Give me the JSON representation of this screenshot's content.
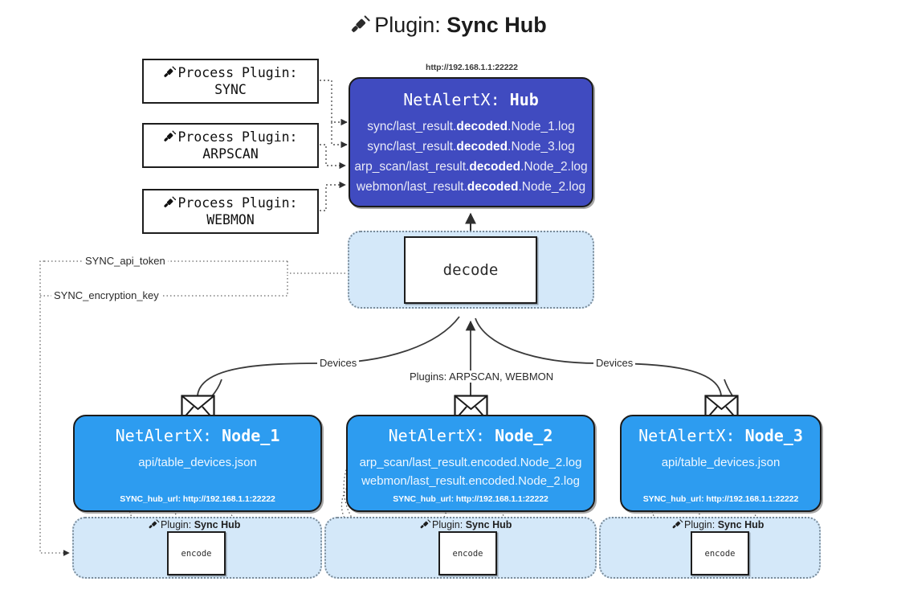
{
  "page": {
    "title_lead": "Plugin:",
    "title_strong": "Sync Hub",
    "title_icon": "plug-icon",
    "bg_color": "#ffffff"
  },
  "colors": {
    "hub_fill": "#404bc0",
    "node_fill": "#2d9cf0",
    "panel_fill": "#d4e8f9",
    "panel_border": "#7a8b99",
    "box_border": "#1d1d1d",
    "edge_stroke": "#3a3a3a"
  },
  "process_plugins": [
    {
      "line1": "Process Plugin:",
      "line2": "SYNC",
      "icon": "plug-icon"
    },
    {
      "line1": "Process Plugin:",
      "line2": "ARPSCAN",
      "icon": "plug-icon"
    },
    {
      "line1": "Process Plugin:",
      "line2": "WEBMON",
      "icon": "plug-icon"
    }
  ],
  "hub": {
    "url": "http://192.168.1.1:22222",
    "title_prefix": "NetAlertX:",
    "title_name": "Hub",
    "logs": [
      {
        "pre": "sync/last_result.",
        "mid": "decoded",
        "post": ".Node_1.log"
      },
      {
        "pre": "sync/last_result.",
        "mid": "decoded",
        "post": ".Node_3.log"
      },
      {
        "pre": "arp_scan/last_result.",
        "mid": "decoded",
        "post": ".Node_2.log"
      },
      {
        "pre": "webmon/last_result.",
        "mid": "decoded",
        "post": ".Node_2.log"
      }
    ]
  },
  "decode": {
    "label": "decode"
  },
  "secrets": [
    {
      "label": "SYNC_api_token"
    },
    {
      "label": "SYNC_encryption_key"
    }
  ],
  "edge_labels": {
    "devices_left": "Devices",
    "devices_right": "Devices",
    "plugins_center": "Plugins: ARPSCAN, WEBMON"
  },
  "nodes": [
    {
      "title_prefix": "NetAlertX:",
      "title_name": "Node_1",
      "lines": [
        "api/table_devices.json"
      ],
      "footer": "SYNC_hub_url: http://192.168.1.1:22222",
      "icon": "envelope-icon"
    },
    {
      "title_prefix": "NetAlertX:",
      "title_name": "Node_2",
      "lines": [
        "arp_scan/last_result.encoded.Node_2.log",
        "webmon/last_result.encoded.Node_2.log"
      ],
      "footer": "SYNC_hub_url: http://192.168.1.1:22222",
      "icon": "envelope-icon"
    },
    {
      "title_prefix": "NetAlertX:",
      "title_name": "Node_3",
      "lines": [
        "api/table_devices.json"
      ],
      "footer": "SYNC_hub_url: http://192.168.1.1:22222",
      "icon": "envelope-icon"
    }
  ],
  "encoders": [
    {
      "tag_lead": "Plugin:",
      "tag_name": "Sync Hub",
      "box_label": "encode",
      "icon": "plug-icon"
    },
    {
      "tag_lead": "Plugin:",
      "tag_name": "Sync Hub",
      "box_label": "encode",
      "icon": "plug-icon"
    },
    {
      "tag_lead": "Plugin:",
      "tag_name": "Sync Hub",
      "box_label": "encode",
      "icon": "plug-icon"
    }
  ]
}
